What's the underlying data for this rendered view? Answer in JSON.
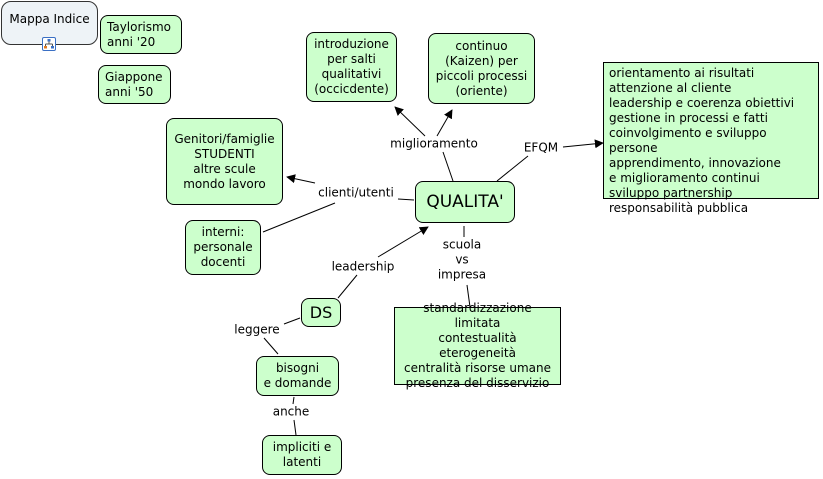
{
  "nav": {
    "title": "Mappa Indice",
    "icon": "concept-map-icon"
  },
  "nodes": {
    "taylorismo": "Taylorismo\nanni '20",
    "giappone": "Giappone\nanni '50",
    "introduzione": "introduzione\nper salti\nqualitativi\n(occicdente)",
    "continuo": "continuo\n(Kaizen) per\npiccoli processi\n(oriente)",
    "efqm_list": "orientamento ai risultati\nattenzione al cliente\nleadership e coerenza obiettivi\ngestione in processi e fatti\ncoinvolgimento e sviluppo persone\napprendimento, innovazione\ne miglioramento continui\nsviluppo partnership\nresponsabilità pubblica",
    "genitori": "Genitori/famiglie\nSTUDENTI\naltre scule\nmondo lavoro",
    "qualita": "QUALITA'",
    "interni": "interni:\npersonale\ndocenti",
    "ds": "DS",
    "scuola_list": "standardizzazione limitata\ncontestualità\neterogeneità\ncentralità risorse umane\npresenza del disservizio",
    "bisogni": "bisogni\ne domande",
    "impliciti": "impliciti e\nlatenti"
  },
  "links": {
    "miglioramento": "miglioramento",
    "efqm": "EFQM",
    "clienti": "clienti/utenti",
    "leadership": "leadership",
    "scuola": "scuola\nvs\nimpresa",
    "leggere": "leggere",
    "anche": "anche"
  },
  "colors": {
    "node_fill": "#ccffcc",
    "nav_fill": "#eef3f7",
    "line": "#000000"
  }
}
